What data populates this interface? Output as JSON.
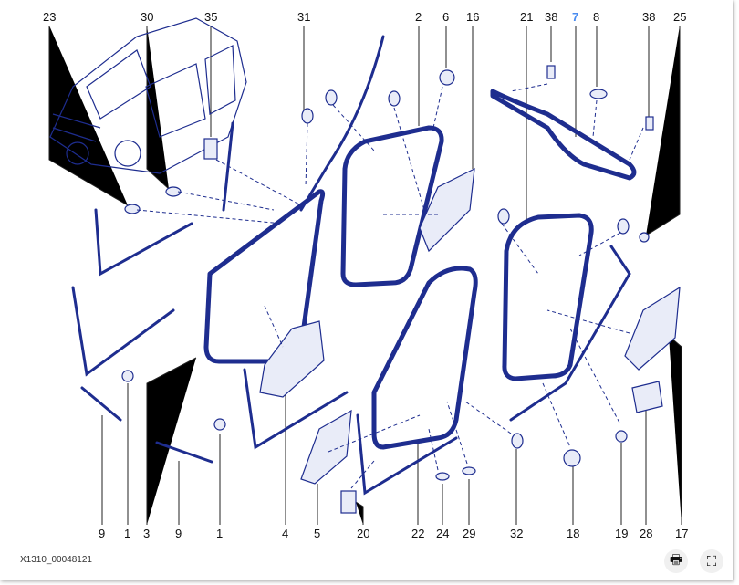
{
  "top_labels": [
    "23",
    "30",
    "35",
    "31",
    "2",
    "6",
    "16",
    "21",
    "38",
    "7",
    "8",
    "38",
    "25"
  ],
  "bottom_labels": [
    "9",
    "1",
    "3",
    "9",
    "1",
    "4",
    "5",
    "20",
    "22",
    "24",
    "29",
    "32",
    "18",
    "19",
    "28",
    "17"
  ],
  "highlighted_label": "7",
  "reference": "X1310_00048121",
  "actions": {
    "print_icon": "print-icon",
    "fullscreen_icon": "fullscreen-icon"
  },
  "colors": {
    "seal": "#1e2d8f",
    "highlight": "#4a8cf0"
  }
}
